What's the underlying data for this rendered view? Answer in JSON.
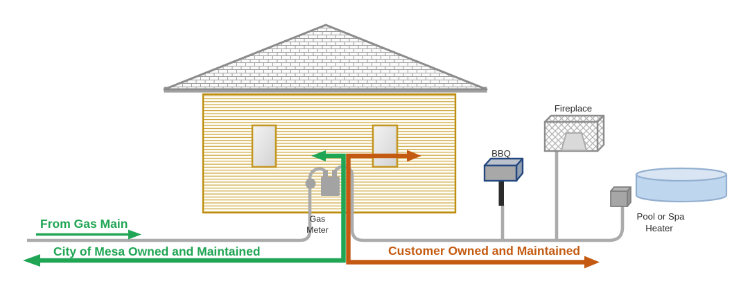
{
  "diagram": {
    "labels": {
      "from_gas_main": "From Gas Main",
      "city_owned": "City of Mesa Owned and Maintained",
      "customer_owned": "Customer Owned and Maintained",
      "gas_meter_line1": "Gas",
      "gas_meter_line2": "Meter",
      "bbq": "BBQ",
      "fireplace": "Fireplace",
      "pool_heater_line1": "Pool or Spa",
      "pool_heater_line2": "Heater"
    },
    "colors": {
      "city_green": "#1FA553",
      "customer_orange": "#C45A11",
      "pipe_gray": "#ABABAB",
      "meter_gray": "#A3A3A3",
      "house_gold_border": "#BD8E10",
      "siding_stripe_gold": "#CBA23B",
      "roof_gray": "#8C8C8C",
      "bbq_navy": "#24477F",
      "pool_blue": "#BFD7EE",
      "label_black": "#2B2B2B"
    }
  }
}
